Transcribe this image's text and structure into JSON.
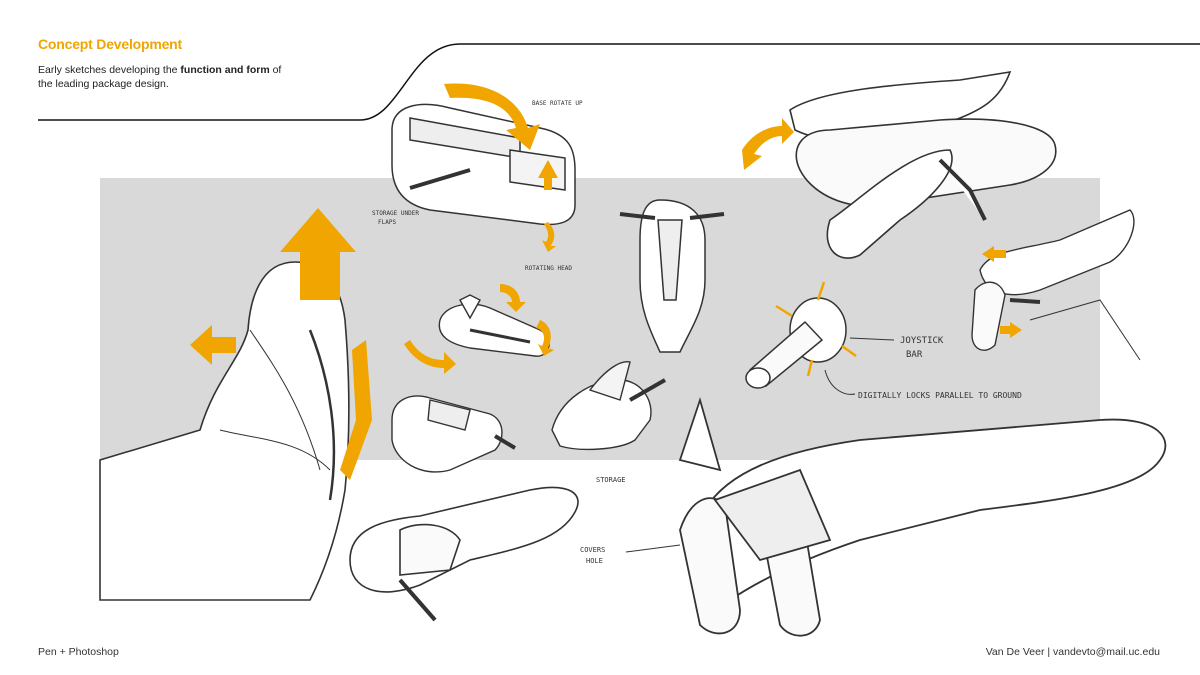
{
  "header": {
    "title": "Concept Development",
    "intro_part1": "Early sketches developing the ",
    "intro_bold": "function and form",
    "intro_part2": " of the leading package design."
  },
  "annotations": {
    "joystick": "JOYSTICK",
    "bar": "BAR",
    "locks": "DIGITALLY LOCKS PARALLEL TO GROUND",
    "storage": "STORAGE",
    "covers": "COVERS",
    "hole": "HOLE",
    "rotate_up": "BASE ROTATE UP",
    "storage_under": "STORAGE UNDER",
    "flaps": "FLAPS",
    "rotating_head": "ROTATING HEAD"
  },
  "footer": {
    "left": "Pen + Photoshop",
    "right": "Van De Veer | vandevto@mail.uc.edu"
  },
  "colors": {
    "accent": "#f0a500",
    "panel": "#d9d9d9",
    "ink": "#333333"
  }
}
